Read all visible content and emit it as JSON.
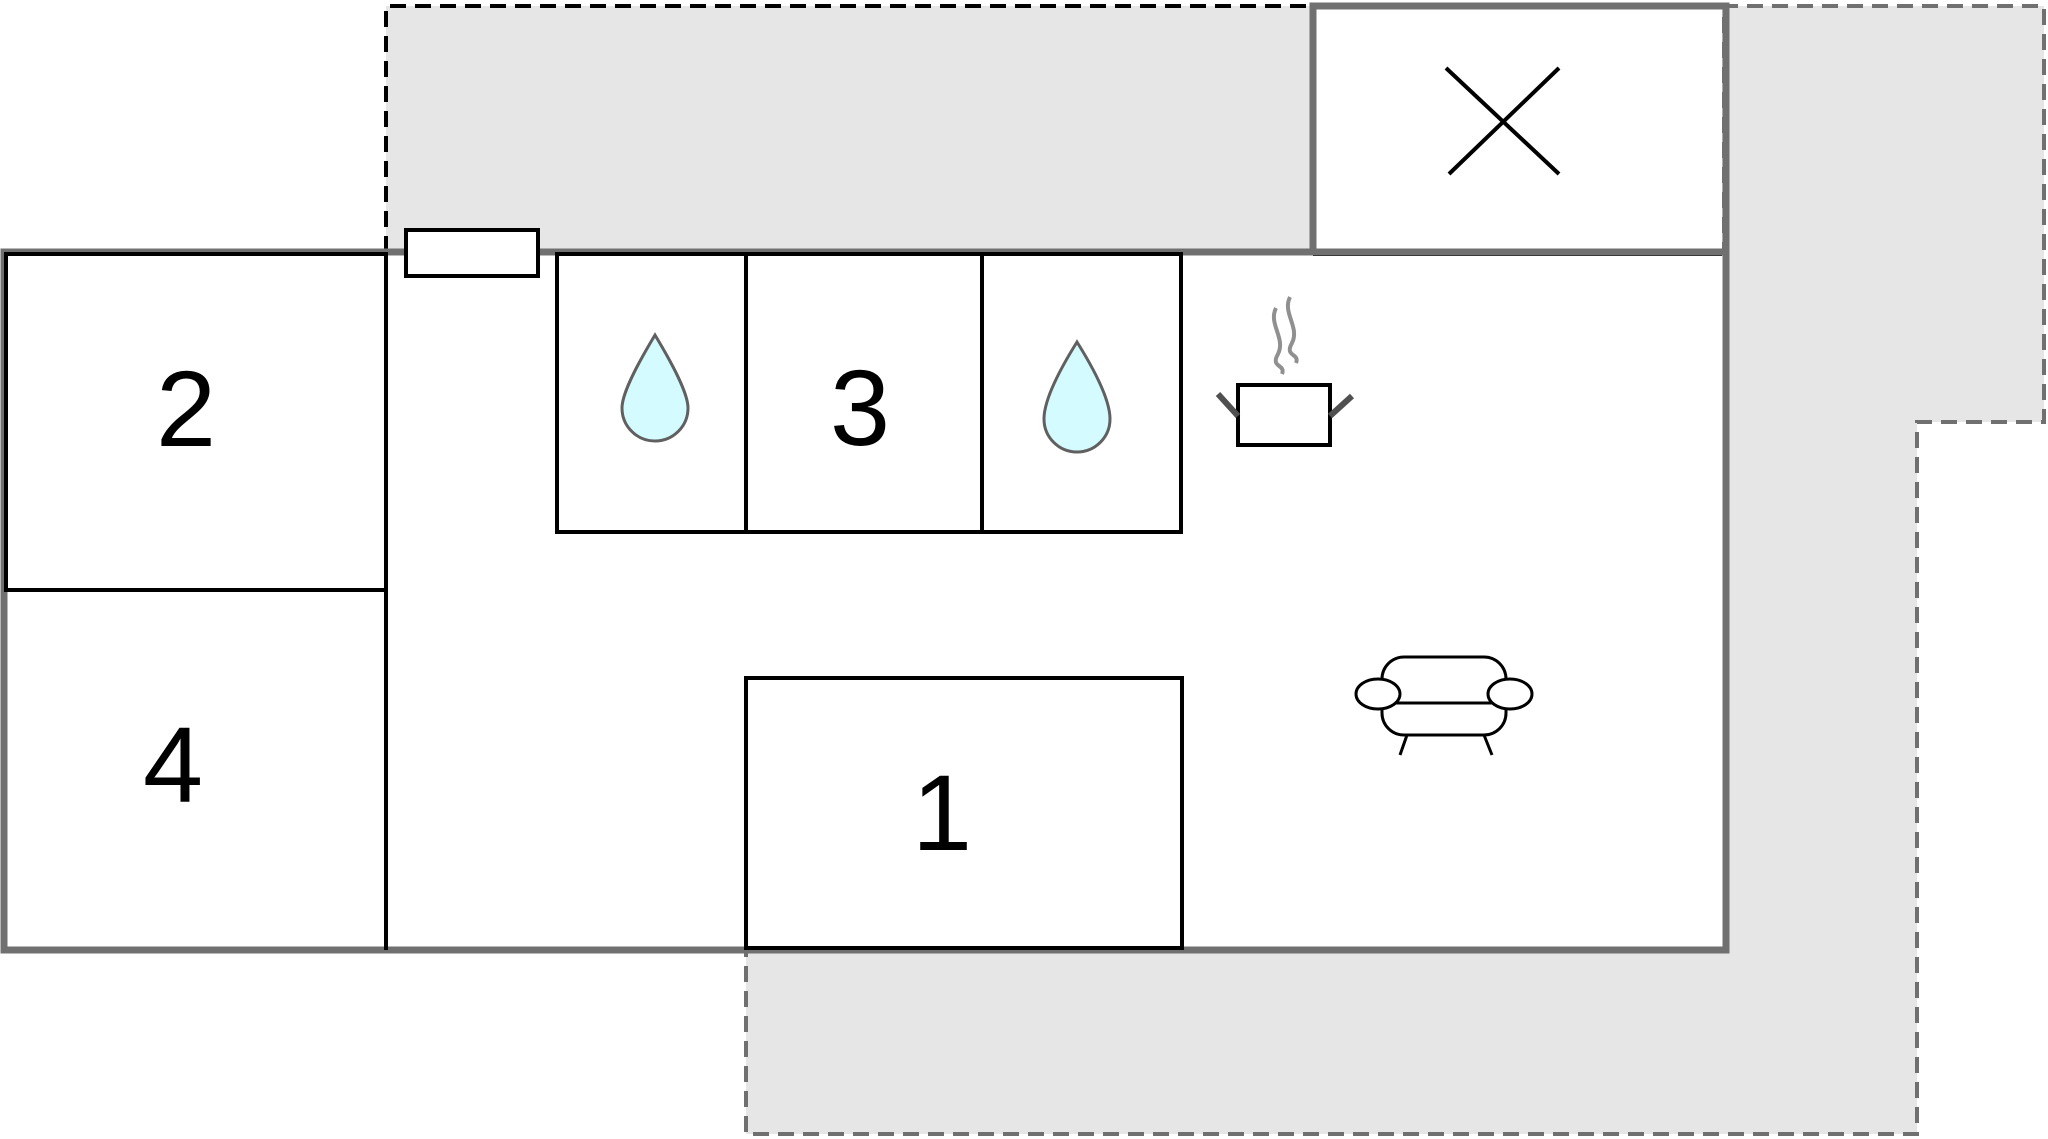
{
  "floorplan": {
    "rooms": {
      "room_1": {
        "label": "1"
      },
      "room_2": {
        "label": "2"
      },
      "room_3": {
        "label": "3"
      },
      "room_4": {
        "label": "4"
      }
    },
    "icons": {
      "closed_area": "x-mark-icon",
      "shower_left": "water-drop-icon",
      "shower_right": "water-drop-icon",
      "kitchen": "cooking-pot-icon",
      "living": "sofa-icon"
    },
    "colors": {
      "terrace_fill": "#e6e6e6",
      "terrace_border": "#707070",
      "wall": "#707070",
      "inner_wall": "#000000",
      "water_fill": "#d4fbff"
    }
  }
}
